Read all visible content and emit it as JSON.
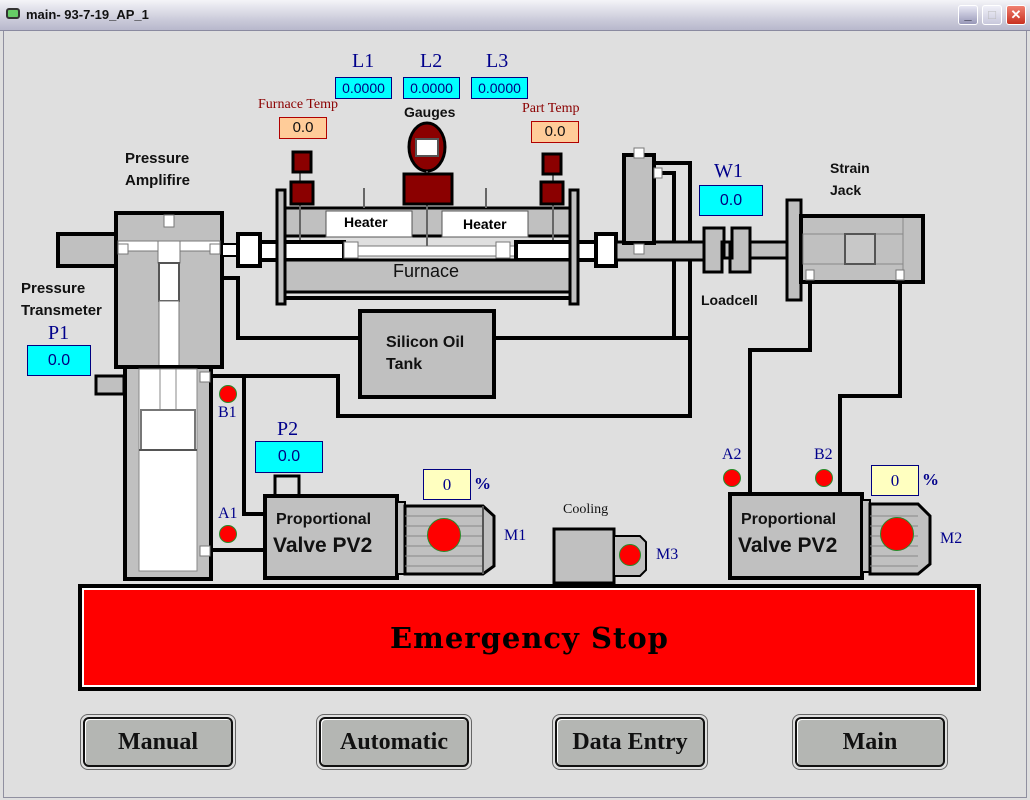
{
  "window": {
    "title": "main- 93-7-19_AP_1",
    "controls": {
      "minimize": "_",
      "maximize": "□",
      "close": "✕"
    }
  },
  "colors": {
    "background": "#dfdfdf",
    "display_cyan": "#00ffff",
    "temp_peach": "#ffcc99",
    "percent_yellow": "#ffffc0",
    "led_red": "#ff0000",
    "sensor_darkred": "#8b0000",
    "estop_red": "#ff0000",
    "label_blue": "#00008b"
  },
  "gauges": {
    "title": "Gauges",
    "L1": {
      "label": "L1",
      "value": "0.0000"
    },
    "L2": {
      "label": "L2",
      "value": "0.0000"
    },
    "L3": {
      "label": "L3",
      "value": "0.0000"
    }
  },
  "temperatures": {
    "furnace": {
      "label": "Furnace Temp",
      "value": "0.0"
    },
    "part": {
      "label": "Part Temp",
      "value": "0.0"
    }
  },
  "furnace": {
    "label": "Furnace",
    "heater_left": "Heater",
    "heater_right": "Heater"
  },
  "pressure_amplifier": {
    "label_line1": "Pressure",
    "label_line2": "Amplifire"
  },
  "pressure_transmitter": {
    "label_line1": "Pressure",
    "label_line2": "Transmeter"
  },
  "P1": {
    "label": "P1",
    "value": "0.0"
  },
  "P2": {
    "label": "P2",
    "value": "0.0"
  },
  "W1": {
    "label": "W1",
    "value": "0.0"
  },
  "silicon_oil_tank": {
    "label_line1": "Silicon Oil",
    "label_line2": "Tank"
  },
  "loadcell": {
    "label": "Loadcell"
  },
  "strain_jack": {
    "label_line1": "Strain",
    "label_line2": "Jack"
  },
  "indicators": {
    "A1": "A1",
    "B1": "B1",
    "A2": "A2",
    "B2": "B2"
  },
  "valve1": {
    "label_line1": "Proportional",
    "label_line2": "Valve PV2",
    "motor": "M1",
    "percent_value": "0",
    "percent_unit": "%"
  },
  "valve2": {
    "label_line1": "Proportional",
    "label_line2": "Valve PV2",
    "motor": "M2",
    "percent_value": "0",
    "percent_unit": "%"
  },
  "cooling": {
    "label": "Cooling",
    "motor": "M3"
  },
  "emergency_stop": {
    "label": "Emergency Stop"
  },
  "nav": {
    "manual": "Manual",
    "automatic": "Automatic",
    "data_entry": "Data Entry",
    "main": "Main"
  }
}
